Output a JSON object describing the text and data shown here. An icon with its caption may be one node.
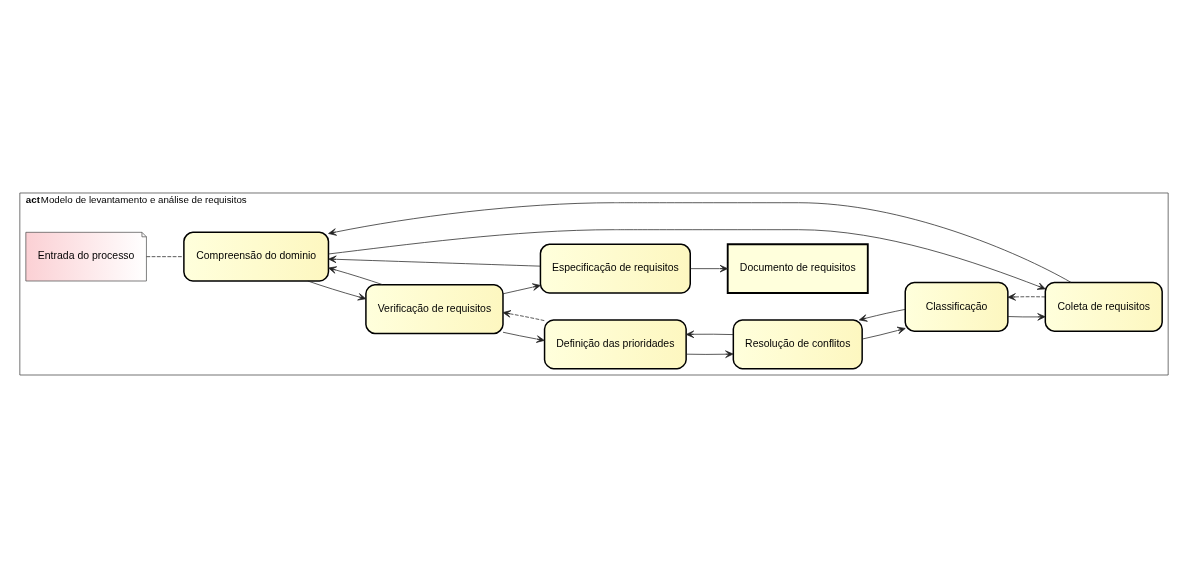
{
  "diagram": {
    "nodes": [
      {
        "text": [
          "act",
          "Modelo de levantamento e análise de requisitos"
        ]
      },
      {
        "text": [
          "Entrada do processo"
        ],
        "in": 0
      },
      {
        "text": [
          "Compreensão do dominio"
        ],
        "in": 0
      },
      {
        "text": [
          "Verificação de requisitos"
        ],
        "in": 0
      },
      {
        "text": [
          "Especificação de requisitos"
        ],
        "in": 0
      },
      {
        "text": [
          "Documento de requisitos"
        ],
        "in": 0
      },
      {
        "text": [
          "Definição das prioridades"
        ],
        "in": 0
      },
      {
        "text": [
          "Coleta de requisitos"
        ],
        "in": 0
      },
      {
        "text": [
          "Resolução de conflitos"
        ],
        "in": 0
      },
      {
        "text": [
          "Classificação"
        ],
        "in": 0
      }
    ],
    "edges": [
      {
        "from": 1,
        "to": 2,
        "arrow": "none",
        "style": "dashed"
      },
      {
        "from": 4,
        "to": 2,
        "arrow": "to"
      },
      {
        "from": 3,
        "to": 2,
        "arrow": "to"
      },
      {
        "from": 2,
        "to": 3,
        "arrow": "to"
      },
      {
        "from": 3,
        "to": 4,
        "arrow": "to"
      },
      {
        "from": 4,
        "to": 5,
        "arrow": "to"
      },
      {
        "from": 3,
        "to": 6,
        "arrow": "to"
      },
      {
        "from": 6,
        "to": 3,
        "arrow": "to",
        "style": "dashed"
      },
      {
        "from": 7,
        "to": 2,
        "arrow": "to"
      },
      {
        "from": 2,
        "to": 7,
        "arrow": "to"
      },
      {
        "from": 8,
        "to": 6,
        "arrow": "to"
      },
      {
        "from": 6,
        "to": 8,
        "arrow": "to"
      },
      {
        "from": 9,
        "to": 7,
        "arrow": "to"
      },
      {
        "from": 8,
        "to": 9,
        "arrow": "to"
      },
      {
        "from": 7,
        "to": 9,
        "arrow": "to",
        "style": "dashed"
      },
      {
        "from": 9,
        "to": 8,
        "arrow": "to"
      }
    ]
  }
}
